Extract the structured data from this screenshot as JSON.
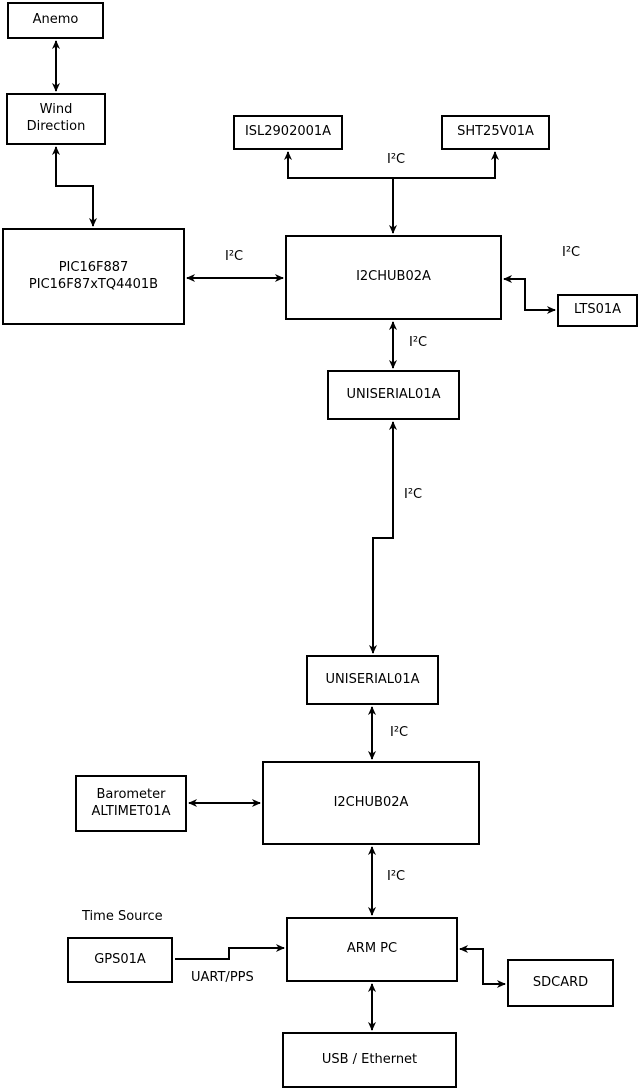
{
  "nodes": {
    "anemo": {
      "label": "Anemo"
    },
    "wind": {
      "line1": "Wind",
      "line2": "Direction"
    },
    "pic": {
      "line1": "PIC16F887",
      "line2": "PIC16F87xTQ4401B"
    },
    "isl": {
      "label": "ISL2902001A"
    },
    "sht": {
      "label": "SHT25V01A"
    },
    "hub1": {
      "label": "I2CHUB02A"
    },
    "lts": {
      "label": "LTS01A"
    },
    "uni1": {
      "label": "UNISERIAL01A"
    },
    "uni2": {
      "label": "UNISERIAL01A"
    },
    "hub2": {
      "label": "I2CHUB02A"
    },
    "baro": {
      "line1": "Barometer",
      "line2": "ALTIMET01A"
    },
    "gps": {
      "label": "GPS01A"
    },
    "arm": {
      "label": "ARM PC"
    },
    "sd": {
      "label": "SDCARD"
    },
    "usb": {
      "label": "USB / Ethernet"
    }
  },
  "labels": {
    "i2c_pic_hub1": "I²C",
    "i2c_sensors": "I²C",
    "i2c_lts": "I²C",
    "i2c_hub1_uni1": "I²C",
    "i2c_uni1_uni2": "I²C",
    "i2c_uni2_hub2": "I²C",
    "i2c_hub2_arm": "I²C",
    "uart_pps": "UART/PPS",
    "time_source": "Time Source"
  },
  "colors": {
    "background": "#ffffff",
    "line": "#000000",
    "box_fill": "#ffffff",
    "text": "#000000"
  }
}
